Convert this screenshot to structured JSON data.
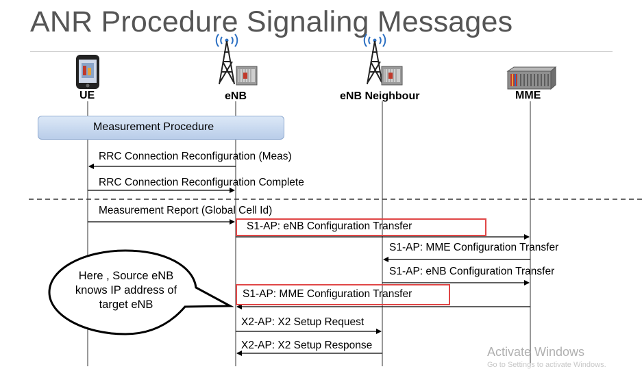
{
  "title": "ANR Procedure Signaling Messages",
  "entities": {
    "ue": "UE",
    "enb": "eNB",
    "enb_neighbour": "eNB Neighbour",
    "mme": "MME"
  },
  "procedure_label": "Measurement Procedure",
  "messages": {
    "rrc_reconf": "RRC Connection Reconfiguration (Meas)",
    "rrc_reconf_complete": "RRC Connection Reconfiguration Complete",
    "meas_report": "Measurement Report (Global Cell Id)",
    "s1_enb_conf_1": "S1-AP: eNB Configuration Transfer",
    "s1_mme_conf_1": "S1-AP: MME Configuration Transfer",
    "s1_enb_conf_2": "S1-AP: eNB Configuration Transfer",
    "s1_mme_conf_2": "S1-AP: MME Configuration Transfer",
    "x2_setup_req": "X2-AP: X2 Setup Request",
    "x2_setup_resp": "X2-AP: X2 Setup Response"
  },
  "callout": "Here , Source eNB knows IP address of target eNB",
  "watermark": "Activate Windows",
  "watermark_sub": "Go to Settings to activate Windows.",
  "colors": {
    "highlight": "#e04646",
    "procedure_fill": "#c9daf0",
    "title": "#555555"
  }
}
